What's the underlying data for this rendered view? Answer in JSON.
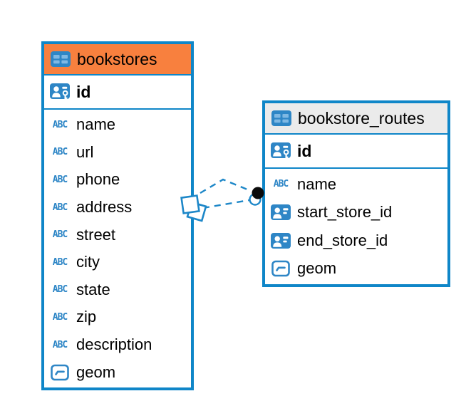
{
  "diagram": {
    "colors": {
      "table_border": "#0f86c8",
      "relationship_line": "#1d87c8",
      "icon_fill": "#2e86c6",
      "bookstores_header": "#f8803e",
      "routes_header": "#ebebeb",
      "text": "#000000"
    },
    "type_icons": {
      "text_label": "ABC"
    },
    "tables": [
      {
        "name": "bookstores",
        "header_color": "#f8803e",
        "primary_key": {
          "name": "id",
          "type": "primary-key"
        },
        "columns": [
          {
            "name": "name",
            "type": "text"
          },
          {
            "name": "url",
            "type": "text"
          },
          {
            "name": "phone",
            "type": "text"
          },
          {
            "name": "address",
            "type": "text"
          },
          {
            "name": "street",
            "type": "text"
          },
          {
            "name": "city",
            "type": "text"
          },
          {
            "name": "state",
            "type": "text"
          },
          {
            "name": "zip",
            "type": "text"
          },
          {
            "name": "description",
            "type": "text"
          },
          {
            "name": "geom",
            "type": "geometry"
          }
        ]
      },
      {
        "name": "bookstore_routes",
        "header_color": "#ebebeb",
        "primary_key": {
          "name": "id",
          "type": "primary-key"
        },
        "columns": [
          {
            "name": "name",
            "type": "text"
          },
          {
            "name": "start_store_id",
            "type": "reference"
          },
          {
            "name": "end_store_id",
            "type": "reference"
          },
          {
            "name": "geom",
            "type": "geometry"
          }
        ]
      }
    ],
    "relationship": {
      "from_table": "bookstores",
      "to_table": "bookstore_routes",
      "line_style": "dashed",
      "source_symbol": "stacked-squares",
      "target_symbol": "filled-dot-with-ring"
    }
  }
}
